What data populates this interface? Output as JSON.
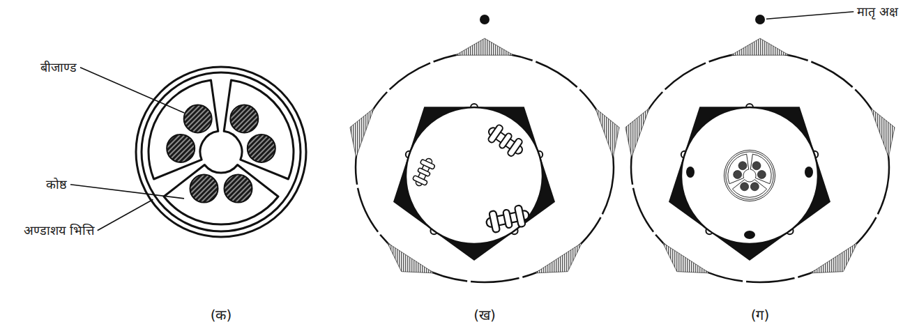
{
  "diagram": {
    "labels": [
      "बीजाण्ड",
      "कोष्ठ",
      "अण्डाशय भित्ति",
      "मातृ अक्ष",
      "(क)",
      "(ख)",
      "(ग)"
    ]
  }
}
